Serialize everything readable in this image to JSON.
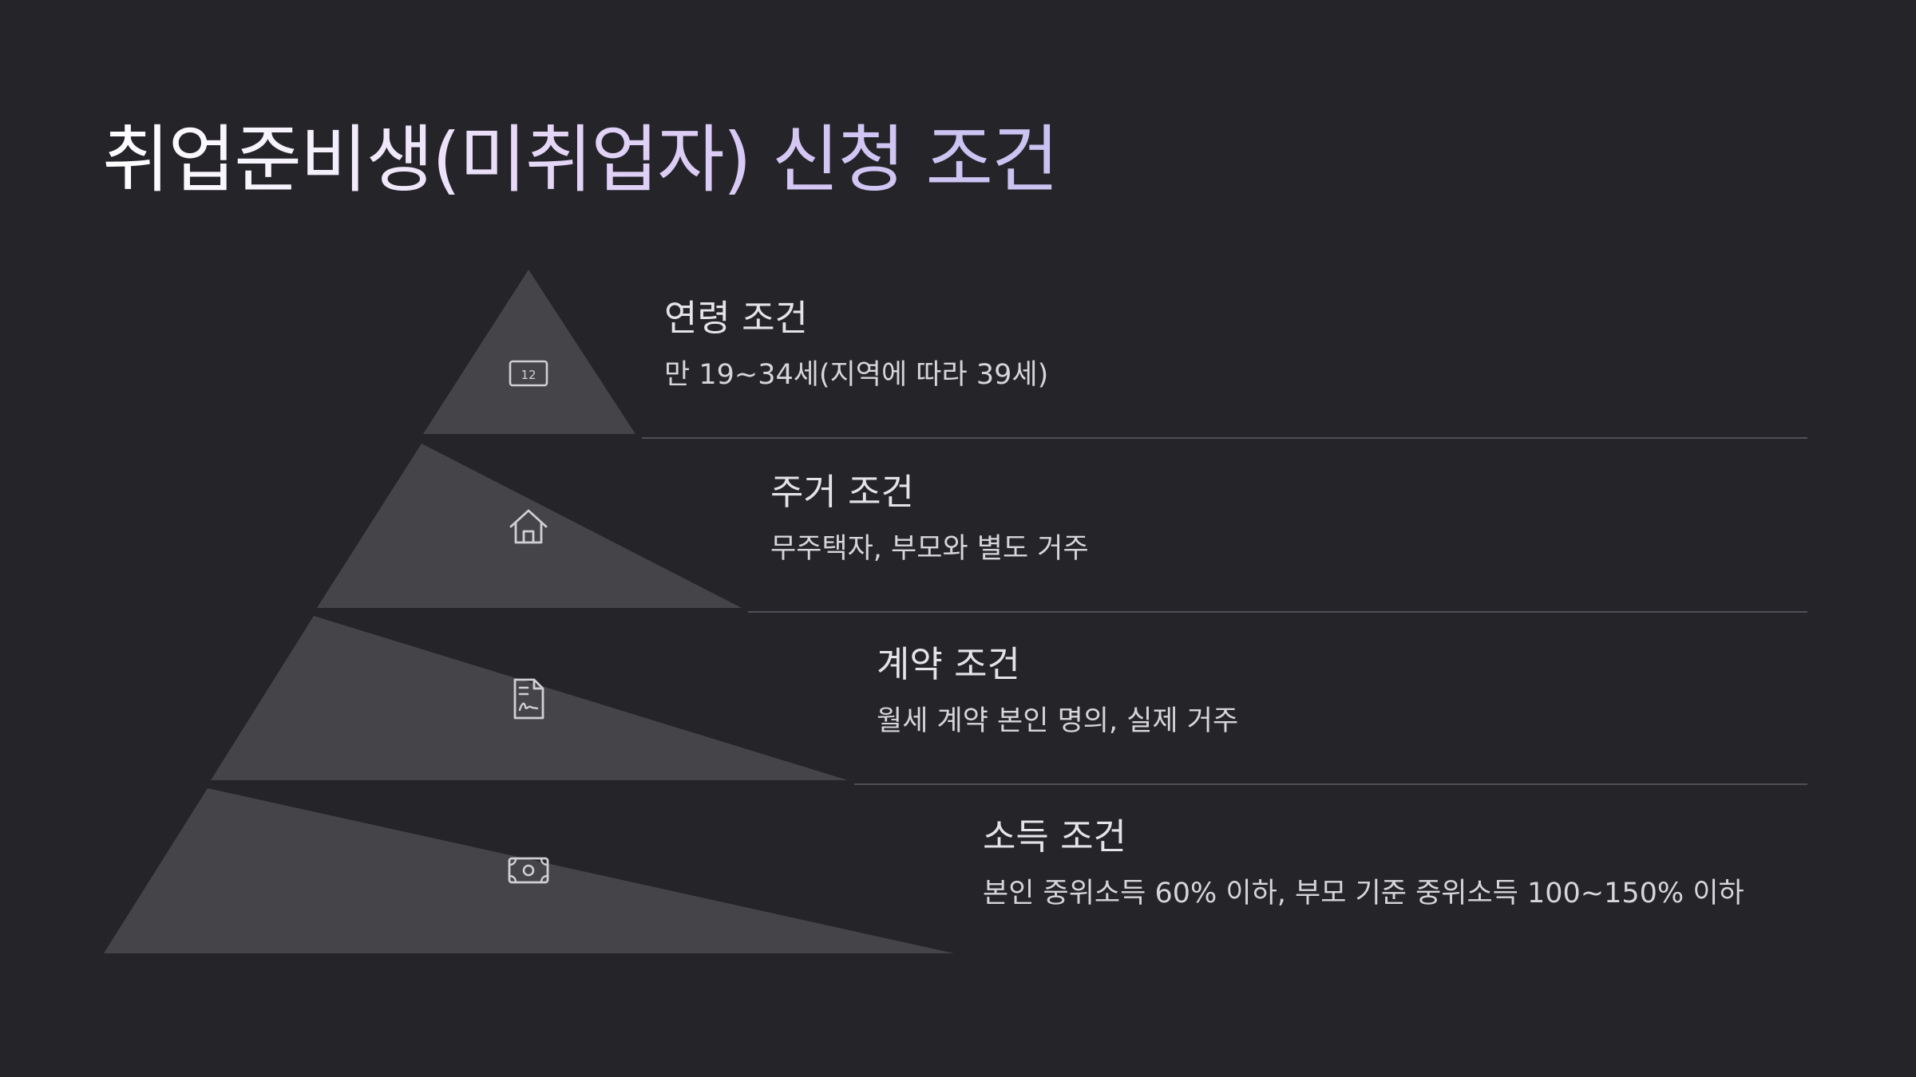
{
  "title": "취업준비생(미취업자) 신청 조건",
  "colors": {
    "background": "#242429",
    "tier_fill": "#444449",
    "divider": "#4f4f56",
    "icon_stroke": "#cfcfd4"
  },
  "tiers": [
    {
      "heading": "연령 조건",
      "description": "만 19~34세(지역에 따라 39세)",
      "icon": "calendar-icon",
      "icon_text": "12"
    },
    {
      "heading": "주거 조건",
      "description": "무주택자, 부모와 별도 거주",
      "icon": "house-icon"
    },
    {
      "heading": "계약 조건",
      "description": "월세 계약 본인 명의, 실제 거주",
      "icon": "document-signature-icon"
    },
    {
      "heading": "소득 조건",
      "description": "본인 중위소득 60% 이하, 부모 기준 중위소득 100~150% 이하",
      "icon": "banknote-icon"
    }
  ]
}
